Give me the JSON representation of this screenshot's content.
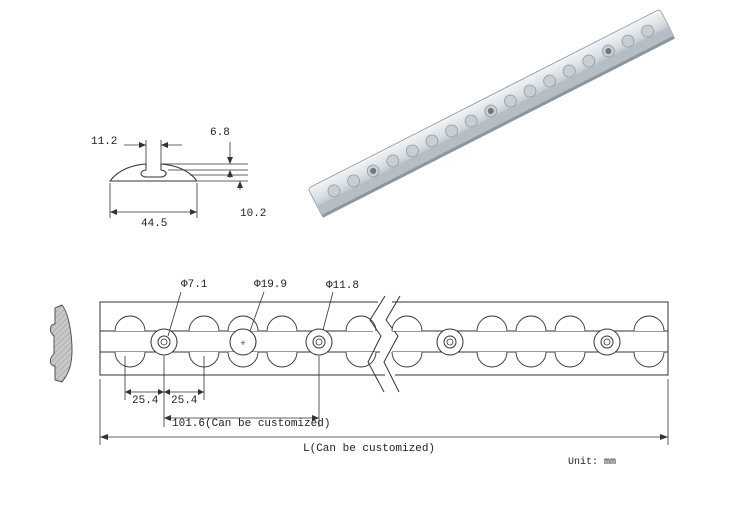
{
  "profile_section": {
    "slot_width": "11.2",
    "top_thickness": "6.8",
    "total_height": "10.2",
    "base_width": "44.5"
  },
  "plan_view": {
    "small_hole_dia": "Φ7.1",
    "scallop_dia": "Φ19.9",
    "large_hole_dia": "Φ11.8",
    "pitch_a": "25.4",
    "pitch_b": "25.4",
    "hole_spacing": "101.6(Can be customized)",
    "overall_length": "L(Can be customized)",
    "unit_note": "Unit: mm"
  },
  "colors": {
    "line": "#333333",
    "rail_light": "#e6ebee",
    "rail_mid": "#c4ccd2",
    "rail_dark": "#8c969e",
    "end_profile": "#b9b9b9"
  }
}
